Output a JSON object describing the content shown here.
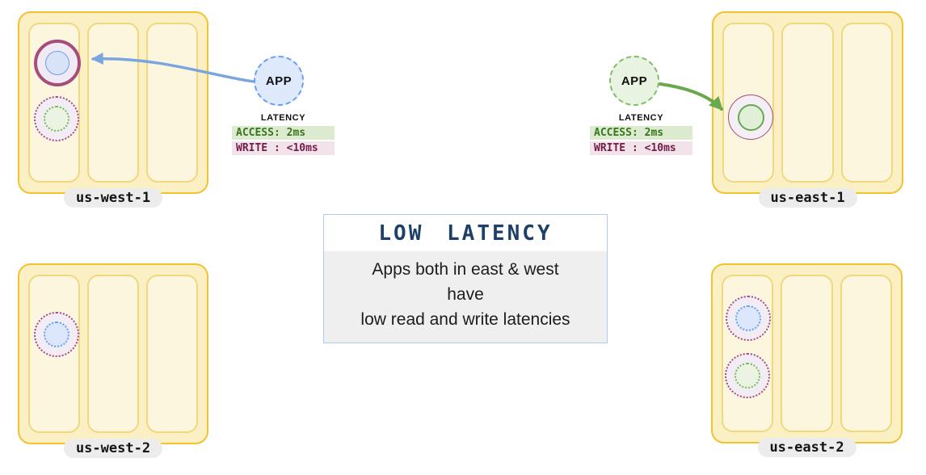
{
  "regions": [
    {
      "name": "us-west-1"
    },
    {
      "name": "us-east-1"
    },
    {
      "name": "us-west-2"
    },
    {
      "name": "us-east-2"
    }
  ],
  "apps": {
    "west_label": "APP",
    "east_label": "APP"
  },
  "latency_west": {
    "title": "LATENCY",
    "access": "ACCESS: 2ms",
    "write": "WRITE : <10ms"
  },
  "latency_east": {
    "title": "LATENCY",
    "access": "ACCESS: 2ms",
    "write": "WRITE : <10ms"
  },
  "info_box": {
    "title": "LOW LATENCY",
    "line1": "Apps both in east & west",
    "line2": "have",
    "line3": "low read and write latencies"
  },
  "colors": {
    "region_border": "#F1C232",
    "region_fill": "#FBEFC4",
    "zone_fill": "#FCF6DF",
    "zone_border": "#EFD87E",
    "replica_ring": "#A64D79",
    "blue_core_border": "#6D9EEB",
    "blue_core_fill": "#D8E3F8",
    "green_core_border": "#6AA84F",
    "green_core_fill": "#DFF0D6",
    "app_west_border": "#6D9EEB",
    "app_west_fill": "#DEE9FB",
    "app_east_border": "#84BB6A",
    "app_east_fill": "#E8F4E1",
    "access_badge_bg": "#DCEAD0",
    "access_badge_text": "#38761D",
    "write_badge_bg": "#F2E2EA",
    "write_badge_text": "#741B47",
    "arrow_west": "#7AA5DF",
    "arrow_east": "#6AA84F",
    "info_title_text": "#1E4068",
    "info_border": "#AECBEB",
    "info_body_bg": "#EFEFEF",
    "label_pill_bg": "#ECECEC"
  }
}
